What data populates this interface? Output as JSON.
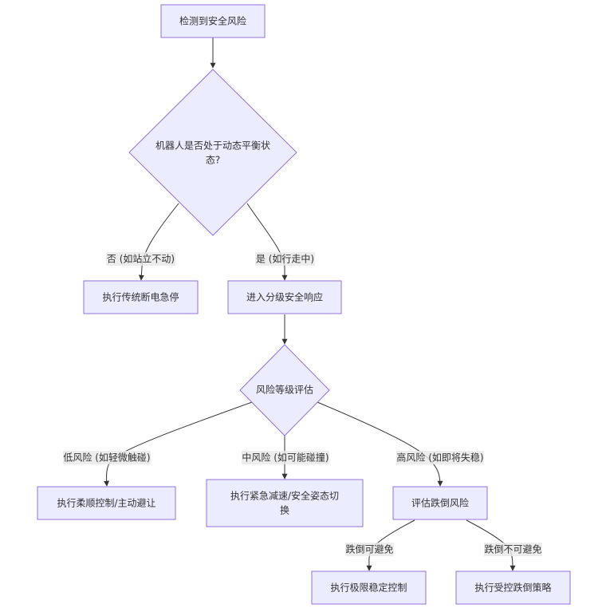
{
  "diagram": {
    "type": "flowchart",
    "direction": "top-down",
    "colors": {
      "node_fill": "#ececff",
      "node_stroke": "#9370db",
      "edge": "#333333",
      "edge_label_bg": "#e8e8e8",
      "text": "#333333"
    },
    "nodes": {
      "detect": {
        "label": "检测到安全风险",
        "shape": "rect"
      },
      "balance": {
        "label_lines": [
          "机器人是否处于动态平衡状",
          "态?"
        ],
        "shape": "diamond"
      },
      "estop": {
        "label": "执行传统断电急停",
        "shape": "rect"
      },
      "graded": {
        "label": "进入分级安全响应",
        "shape": "rect"
      },
      "assess": {
        "label": "风险等级评估",
        "shape": "diamond"
      },
      "compliant": {
        "label": "执行柔顺控制/主动避让",
        "shape": "rect"
      },
      "decel": {
        "label_lines": [
          "执行紧急减速/安全姿态切",
          "换"
        ],
        "shape": "rect"
      },
      "fallrisk": {
        "label": "评估跌倒风险",
        "shape": "rect"
      },
      "stabilize": {
        "label": "执行极限稳定控制",
        "shape": "rect"
      },
      "controlled_fall": {
        "label": "执行受控跌倒策略",
        "shape": "rect"
      }
    },
    "edges": [
      {
        "from": "detect",
        "to": "balance",
        "label": ""
      },
      {
        "from": "balance",
        "to": "estop",
        "label": "否 (如站立不动)"
      },
      {
        "from": "balance",
        "to": "graded",
        "label": "是 (如行走中)"
      },
      {
        "from": "graded",
        "to": "assess",
        "label": ""
      },
      {
        "from": "assess",
        "to": "compliant",
        "label": "低风险 (如轻微触碰)"
      },
      {
        "from": "assess",
        "to": "decel",
        "label": "中风险 (如可能碰撞)"
      },
      {
        "from": "assess",
        "to": "fallrisk",
        "label": "高风险 (如即将失稳)"
      },
      {
        "from": "fallrisk",
        "to": "stabilize",
        "label": "跌倒可避免"
      },
      {
        "from": "fallrisk",
        "to": "controlled_fall",
        "label": "跌倒不可避免"
      }
    ]
  }
}
